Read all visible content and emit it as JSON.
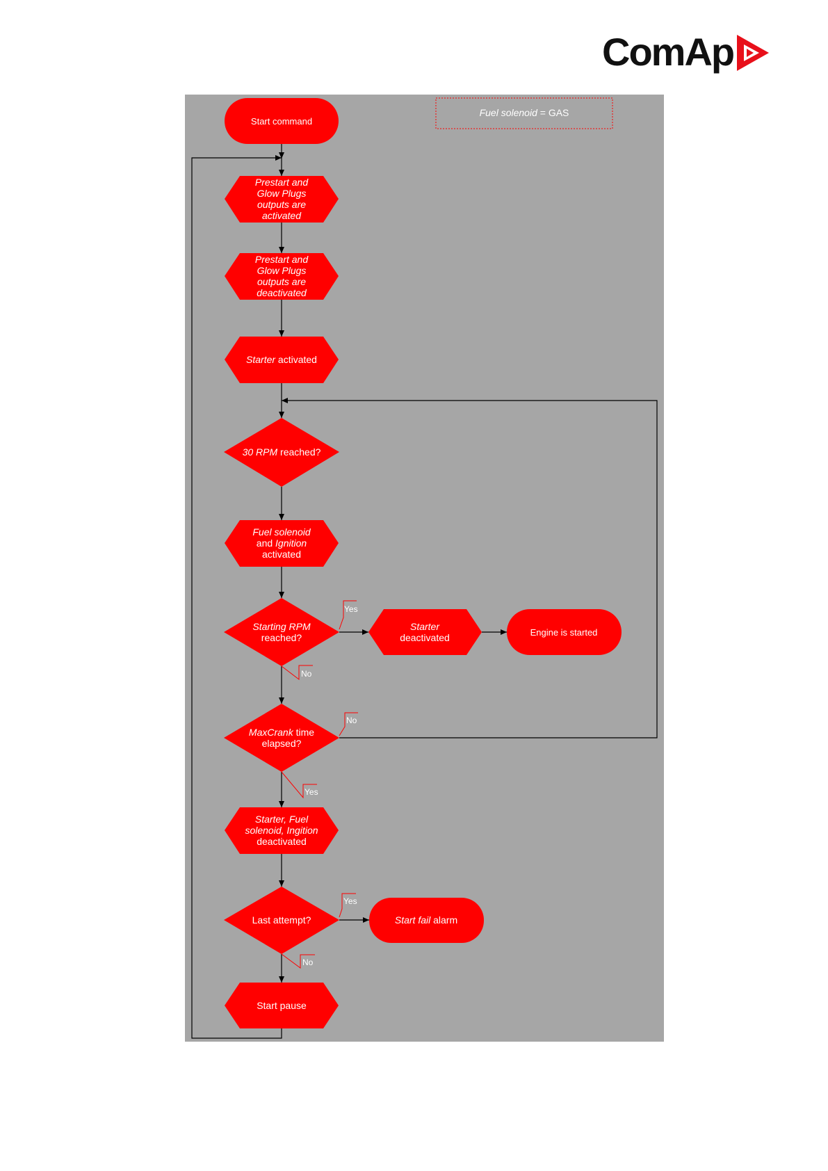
{
  "header": {
    "logo_text": "ComAp",
    "brand_color": "#e8101a"
  },
  "colors": {
    "canvas": "#a6a6a6",
    "node_fill": "#ff0000",
    "text": "#ffffff",
    "line": "#000000"
  },
  "note": {
    "italic": "Fuel solenoid",
    "text": " = GAS"
  },
  "nodes": {
    "start_command": [
      "Start command"
    ],
    "prestart_activated": [
      [
        "Prestart and",
        "i"
      ],
      [
        "Glow Plugs",
        "i"
      ],
      [
        "outputs are",
        "i"
      ],
      [
        "activated",
        "i"
      ]
    ],
    "prestart_deactivated": [
      [
        "Prestart and",
        "i"
      ],
      [
        "Glow Plugs",
        "i"
      ],
      [
        "outputs are",
        "i"
      ],
      [
        "deactivated",
        "i"
      ]
    ],
    "starter_activated": [
      [
        "Starter",
        "i"
      ],
      [
        " activated",
        "n"
      ]
    ],
    "rpm30": [
      [
        "30 RPM",
        "i"
      ],
      [
        " reached?",
        "n"
      ]
    ],
    "fuel_ignition": [
      [
        "Fuel solenoid",
        "i"
      ],
      [
        "and ",
        "n"
      ],
      [
        "Ignition",
        "i"
      ],
      [
        "activated",
        "n"
      ]
    ],
    "starting_rpm": [
      [
        "Starting RPM",
        "i"
      ],
      [
        "reached?",
        "n"
      ]
    ],
    "starter_deactivated": [
      [
        "Starter",
        "i"
      ],
      [
        "deactivated",
        "n"
      ]
    ],
    "engine_started": [
      "Engine is started"
    ],
    "maxcrank": [
      [
        "MaxCrank",
        "i"
      ],
      [
        " time",
        "n"
      ],
      [
        "elapsed?",
        "n"
      ]
    ],
    "all_deactivated": [
      [
        "Starter,  Fuel",
        "i"
      ],
      [
        "solenoid, Ingition",
        "i"
      ],
      [
        "deactivated",
        "n"
      ]
    ],
    "last_attempt": [
      "Last attempt?"
    ],
    "start_fail": [
      [
        "Start fail",
        "i"
      ],
      [
        " alarm",
        "n"
      ]
    ],
    "start_pause": [
      "Start pause"
    ]
  },
  "labels": {
    "yes": "Yes",
    "no": "No"
  }
}
